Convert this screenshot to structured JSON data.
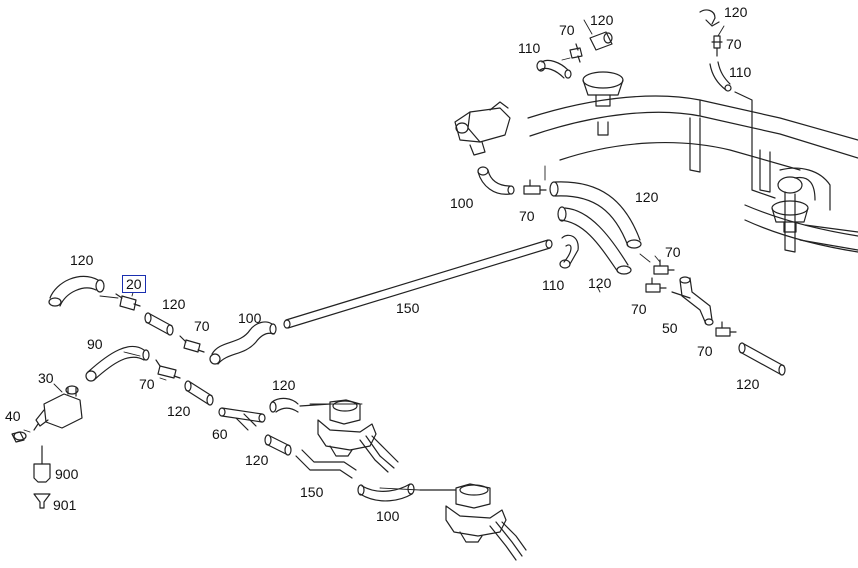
{
  "diagram": {
    "highlight_color": "#1a2fb0",
    "highlighted_callout": "20",
    "callouts": [
      {
        "id": "c120a",
        "text": "120"
      },
      {
        "id": "c70a",
        "text": "70"
      },
      {
        "id": "c110a",
        "text": "110"
      },
      {
        "id": "c120b",
        "text": "120"
      },
      {
        "id": "c70b",
        "text": "70"
      },
      {
        "id": "c110b",
        "text": "110"
      },
      {
        "id": "c100a",
        "text": "100"
      },
      {
        "id": "c70c",
        "text": "70"
      },
      {
        "id": "c120c",
        "text": "120"
      },
      {
        "id": "c70d",
        "text": "70"
      },
      {
        "id": "c110c",
        "text": "110"
      },
      {
        "id": "c120d",
        "text": "120"
      },
      {
        "id": "c70e",
        "text": "70"
      },
      {
        "id": "c50",
        "text": "50"
      },
      {
        "id": "c70f",
        "text": "70"
      },
      {
        "id": "c120e",
        "text": "120"
      },
      {
        "id": "c150a",
        "text": "150"
      },
      {
        "id": "c120f",
        "text": "120"
      },
      {
        "id": "c20",
        "text": "20"
      },
      {
        "id": "c120g",
        "text": "120"
      },
      {
        "id": "c70g",
        "text": "70"
      },
      {
        "id": "c100b",
        "text": "100"
      },
      {
        "id": "c90",
        "text": "90"
      },
      {
        "id": "c30",
        "text": "30"
      },
      {
        "id": "c70h",
        "text": "70"
      },
      {
        "id": "c120h",
        "text": "120"
      },
      {
        "id": "c40",
        "text": "40"
      },
      {
        "id": "c120i",
        "text": "120"
      },
      {
        "id": "c60",
        "text": "60"
      },
      {
        "id": "c120j",
        "text": "120"
      },
      {
        "id": "c900",
        "text": "900"
      },
      {
        "id": "c150b",
        "text": "150"
      },
      {
        "id": "c901",
        "text": "901"
      },
      {
        "id": "c100c",
        "text": "100"
      }
    ]
  }
}
